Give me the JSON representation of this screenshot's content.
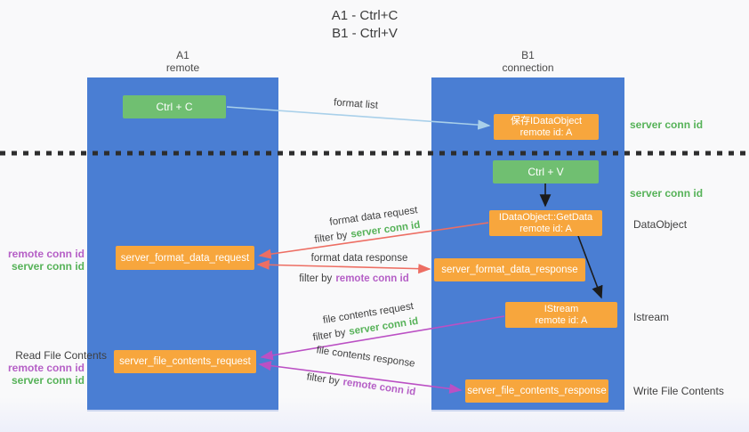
{
  "title": {
    "line1": "A1 - Ctrl+C",
    "line2": "B1 - Ctrl+V"
  },
  "lanes": {
    "a1": {
      "name": "A1",
      "subtitle": "remote"
    },
    "b1": {
      "name": "B1",
      "subtitle": "connection"
    }
  },
  "nodes": {
    "ctrl_c": {
      "label": "Ctrl + C"
    },
    "ctrl_v": {
      "label": "Ctrl + V"
    },
    "save_dataobject": {
      "line1": "保存IDataObject",
      "line2": "remote id: A"
    },
    "getdata": {
      "line1": "IDataObject::GetData",
      "line2": "remote id: A"
    },
    "istream": {
      "line1": "IStream",
      "line2": "remote id: A"
    },
    "format_request": {
      "label": "server_format_data_request"
    },
    "format_response": {
      "label": "server_format_data_response"
    },
    "file_request": {
      "label": "server_file_contents_request"
    },
    "file_response": {
      "label": "server_file_contents_response"
    }
  },
  "annotations": {
    "right": {
      "server_conn_id_1": "server conn id",
      "server_conn_id_2": "server conn id",
      "dataobject": "DataObject",
      "istream": "Istream",
      "write_file_contents": "Write File Contents"
    },
    "left": {
      "remote_conn_id_1": "remote conn id",
      "server_conn_id_1": "server conn id",
      "read_file_contents": "Read File Contents",
      "remote_conn_id_2": "remote conn id",
      "server_conn_id_2": "server conn id"
    }
  },
  "arrow_labels": {
    "format_list": "format list",
    "format_data_request": "format data request",
    "format_data_response": "format data response",
    "file_contents_request": "file contents request",
    "file_contents_response": "file contents response",
    "filter_by": "filter by",
    "server_conn_id": "server conn id",
    "remote_conn_id": "remote conn id"
  },
  "colors": {
    "lane_blue": "#4a7ed3",
    "green_box": "#70bf71",
    "orange_box": "#f7a63d",
    "green_text": "#56b258",
    "purple_text": "#b55fc6",
    "red_arrow": "#ed6e63",
    "magenta_arrow": "#bb50c4",
    "light_blue_arrow": "#a9d0ea",
    "black_arrow": "#1b1b1b",
    "dark_text": "#3f3f3f"
  }
}
